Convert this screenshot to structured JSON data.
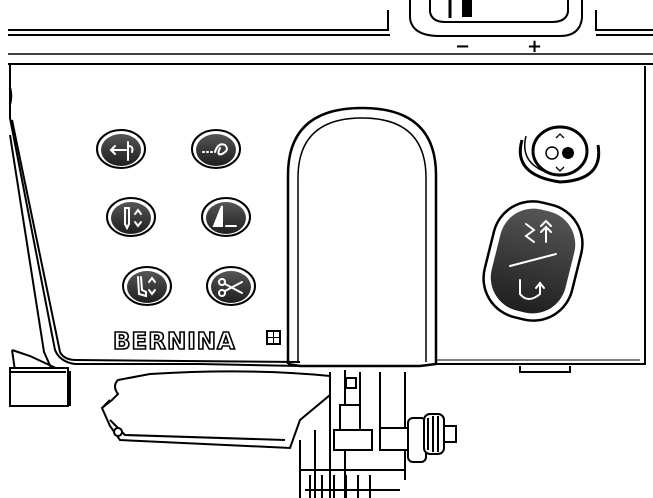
{
  "brand": {
    "name": "BERNINA"
  },
  "speed_control": {
    "minus_label": "−",
    "plus_label": "+"
  },
  "buttons": [
    {
      "id": "needle-threader",
      "icon": "needle-threader-icon"
    },
    {
      "id": "securing",
      "icon": "securing-stitch-icon"
    },
    {
      "id": "needle-up-down",
      "icon": "needle-up-down-icon"
    },
    {
      "id": "pattern-end",
      "icon": "pattern-end-icon"
    },
    {
      "id": "presser-foot-up-down",
      "icon": "presser-foot-up-down-icon"
    },
    {
      "id": "thread-cutter",
      "icon": "scissors-icon"
    },
    {
      "id": "start-stop",
      "icon": "start-stop-icon"
    },
    {
      "id": "quick-reverse",
      "icon": "quick-reverse-icon"
    }
  ],
  "colors": {
    "outline": "#000000",
    "button_fill": "#2f2f2f",
    "icon": "#ffffff",
    "background": "#ffffff"
  }
}
